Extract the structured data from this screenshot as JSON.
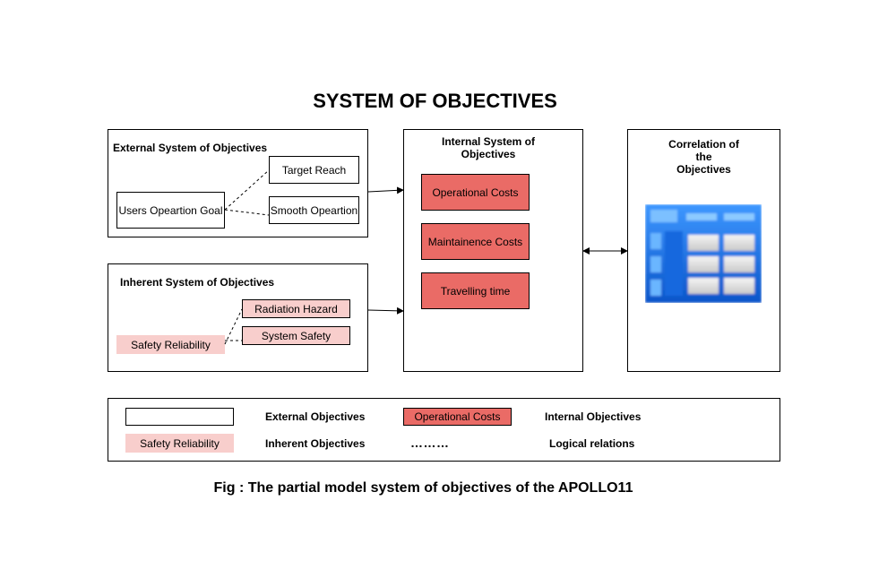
{
  "title": "SYSTEM OF OBJECTIVES",
  "external": {
    "label": "External System of Objectives",
    "users_goal": "Users Opeartion Goal",
    "target_reach": "Target Reach",
    "smooth_operation": "Smooth Opeartion"
  },
  "inherent": {
    "label": "Inherent System of Objectives",
    "radiation_hazard": "Radiation Hazard",
    "system_safety": "System Safety",
    "safety_reliability": "Safety Reliability"
  },
  "internal": {
    "label": "Internal System of Objectives",
    "operational_costs": "Operational Costs",
    "maintainence_costs": "Maintainence Costs",
    "travelling_time": "Travelling time"
  },
  "correlation": {
    "label_line1": "Correlation of",
    "label_line2": "the",
    "label_line3": "Objectives",
    "table_icon": "table-grid-icon"
  },
  "legend": {
    "external_label": "External Objectives",
    "operational_costs": "Operational Costs",
    "internal_label": "Internal Objectives",
    "safety_reliability": "Safety Reliability",
    "inherent_label": "Inherent Objectives",
    "dots": "………",
    "logical_label": "Logical relations"
  },
  "caption": "Fig : The partial model system of objectives of the APOLLO11",
  "colors": {
    "internal_fill": "#ea6b66",
    "inherent_fill": "#f8cecc",
    "table_blue": "#1a6fd6"
  }
}
